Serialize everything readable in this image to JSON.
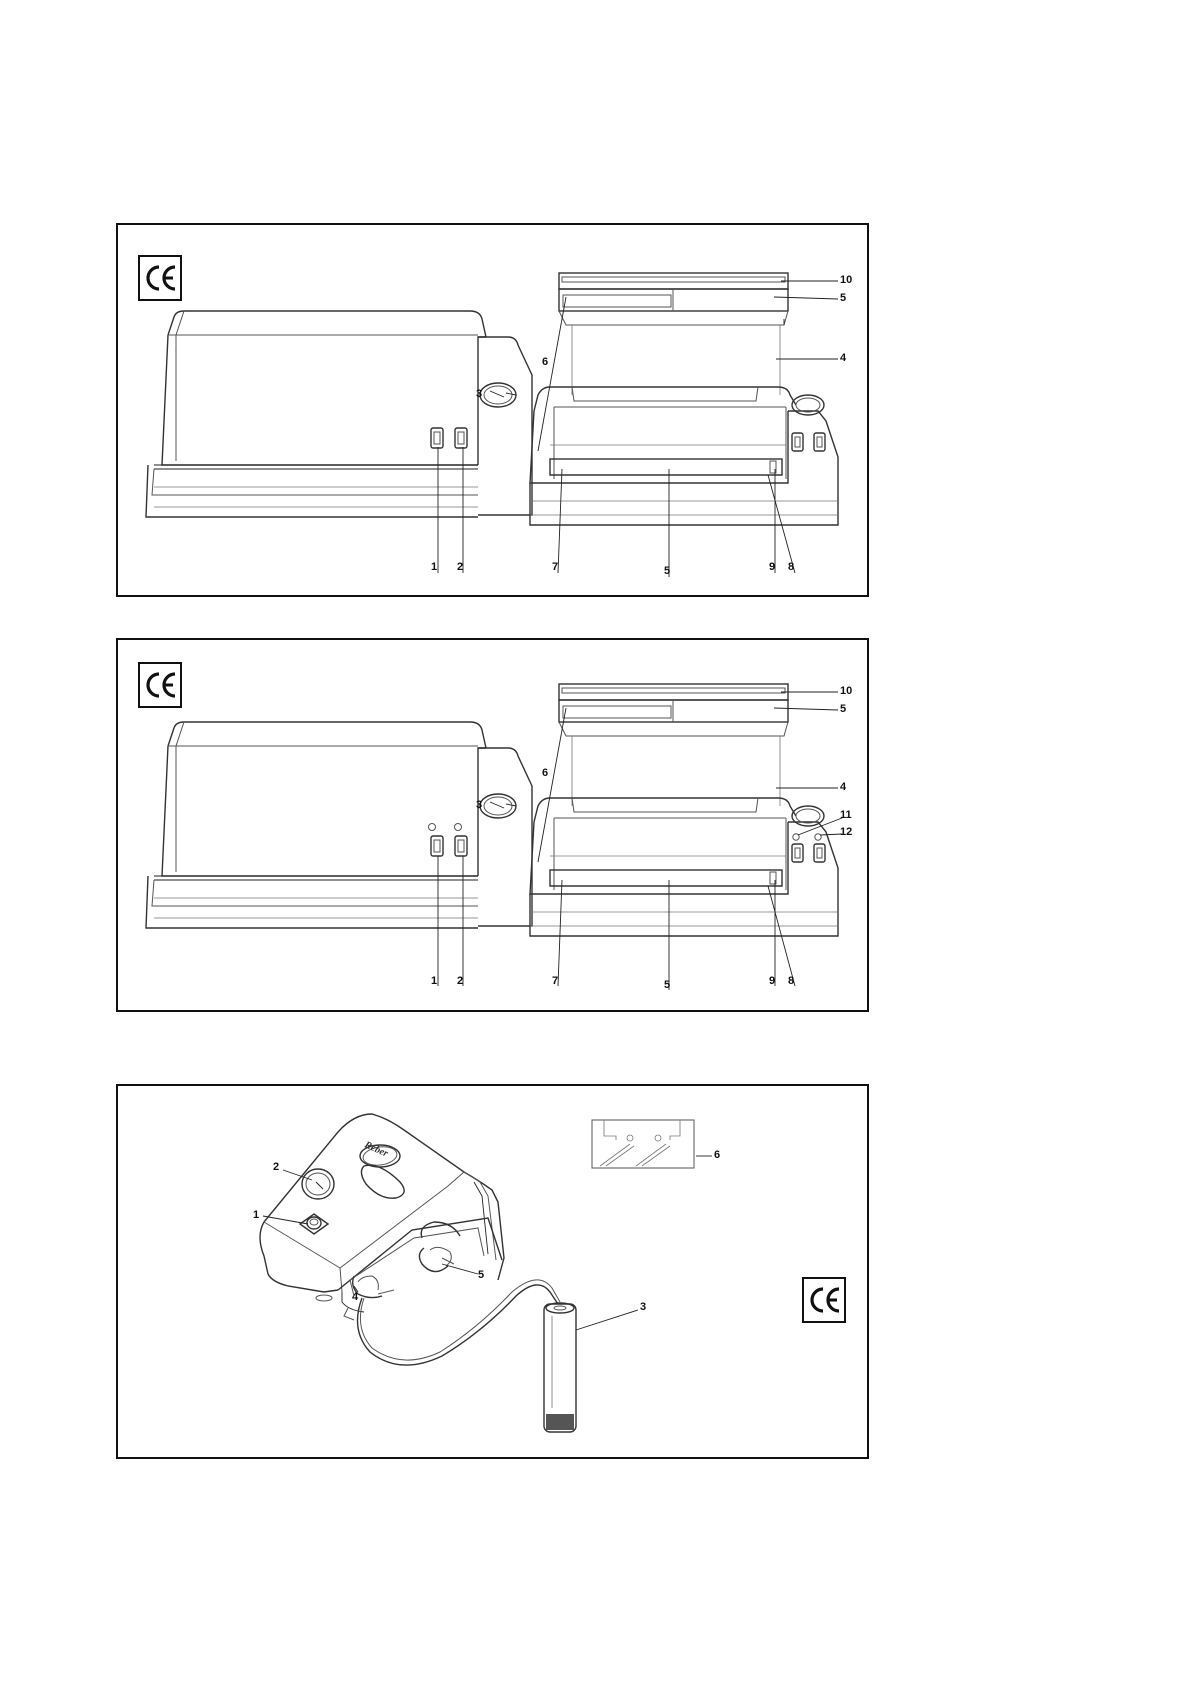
{
  "panels": [
    {
      "left_view_callouts": [
        "1",
        "2",
        "3"
      ],
      "right_view_callouts": [
        "10",
        "5",
        "6",
        "4",
        "7",
        "5",
        "9",
        "8"
      ]
    },
    {
      "left_view_callouts": [
        "1",
        "2",
        "3"
      ],
      "right_view_callouts": [
        "10",
        "5",
        "6",
        "4",
        "11",
        "12",
        "7",
        "5",
        "9",
        "8"
      ]
    },
    {
      "callouts": [
        "2",
        "1",
        "4",
        "5",
        "6",
        "3"
      ],
      "brand_logo": "Reber"
    }
  ],
  "icons": {
    "ce_mark": "ce-mark-icon"
  }
}
